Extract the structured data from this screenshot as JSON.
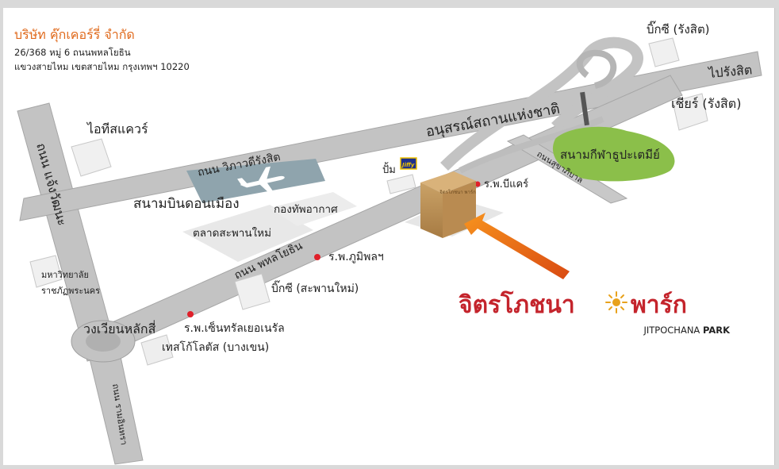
{
  "company": {
    "name": "บริษัท คุ๊กเคอร์รี่ จำกัด",
    "address_line1": "26/368  หมู่ 6 ถนนพหลโยธิน",
    "address_line2": "แขวงสายไหม  เขตสายไหม  กรุงเทพฯ  10220"
  },
  "roads": {
    "changwattana": "ถนน แจ้งวัฒนะ",
    "vibhavadi": "ถนน วิภาวดีรังสิต",
    "phahonyothin": "ถนน พหลโยธิน",
    "ramintra": "ถนน รามอินทรา",
    "sukhaphiban": "ถนนสุขาภิบาล",
    "to_rangsit": "ไปรังสิต"
  },
  "landmarks": {
    "it_square": "ไอทีสแควร์",
    "don_mueang": "สนามบินดอนเมือง",
    "air_force": "กองทัพอากาศ",
    "saphan_mai_market": "ตลาดสะพานใหม่",
    "rajabhat": "มหาวิทยาลัย",
    "rajabhat2": "ราชภัฏพระนคร",
    "lak_si": "วงเวียนหลักสี่",
    "central_hospital": "ร.พ.เซ็นทรัลเยอเนรัล",
    "tesco": "เทสโก้โลตัส (บางเขน)",
    "bigc_saphanmai": "บิ๊กซี (สะพานใหม่)",
    "bhumibol": "ร.พ.ภูมิพลฯ",
    "monument": "อนุสรณ์สถานแห่งชาติ",
    "pump": "ปั้ม",
    "jiffy": "Jiffy",
    "bangkok_care": "ร.พ.บีแคร์",
    "stadium": "สนามกีฬาธูปะเตมีย์",
    "bigc_rangsit": "บิ๊กซี (รังสิต)",
    "seer_rangsit": "เชียร์ (รังสิต)"
  },
  "brand": {
    "thai_left": "จิตรโภชนา",
    "thai_right": "พาร์ก",
    "english_prefix": "JITPOCHANA",
    "english_bold": "PARK",
    "box_label": "จิตรโภชนา พาร์ก"
  },
  "colors": {
    "road": "#c3c3c3",
    "road_edge": "#9e9e9e",
    "building": "#eeeeee",
    "runway": "#8fa4ad",
    "park": "#8bbf4a",
    "arrow": "#f26a1a",
    "brand_red": "#c4242c",
    "company_orange": "#e06a1c",
    "sun": "#e8a21c"
  }
}
